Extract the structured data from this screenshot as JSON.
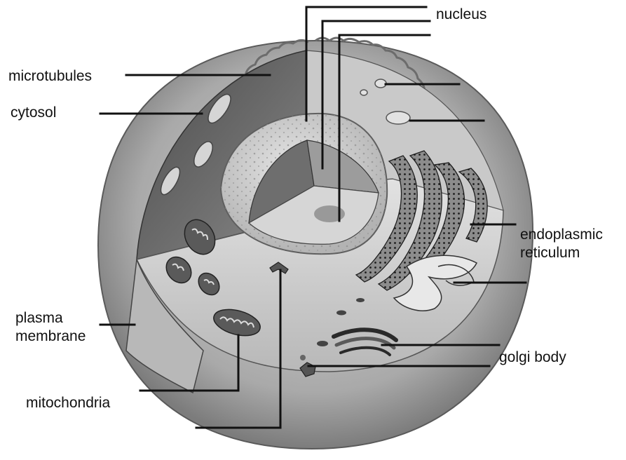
{
  "labels": {
    "nucleus": "nucleus",
    "microtubules": "microtubules",
    "cytosol": "cytosol",
    "er_line1": "endoplasmic",
    "er_line2": "reticulum",
    "plasma_line1": "plasma",
    "plasma_line2": "membrane",
    "golgi": "golgi body",
    "mitochondria": "mitochondria"
  }
}
